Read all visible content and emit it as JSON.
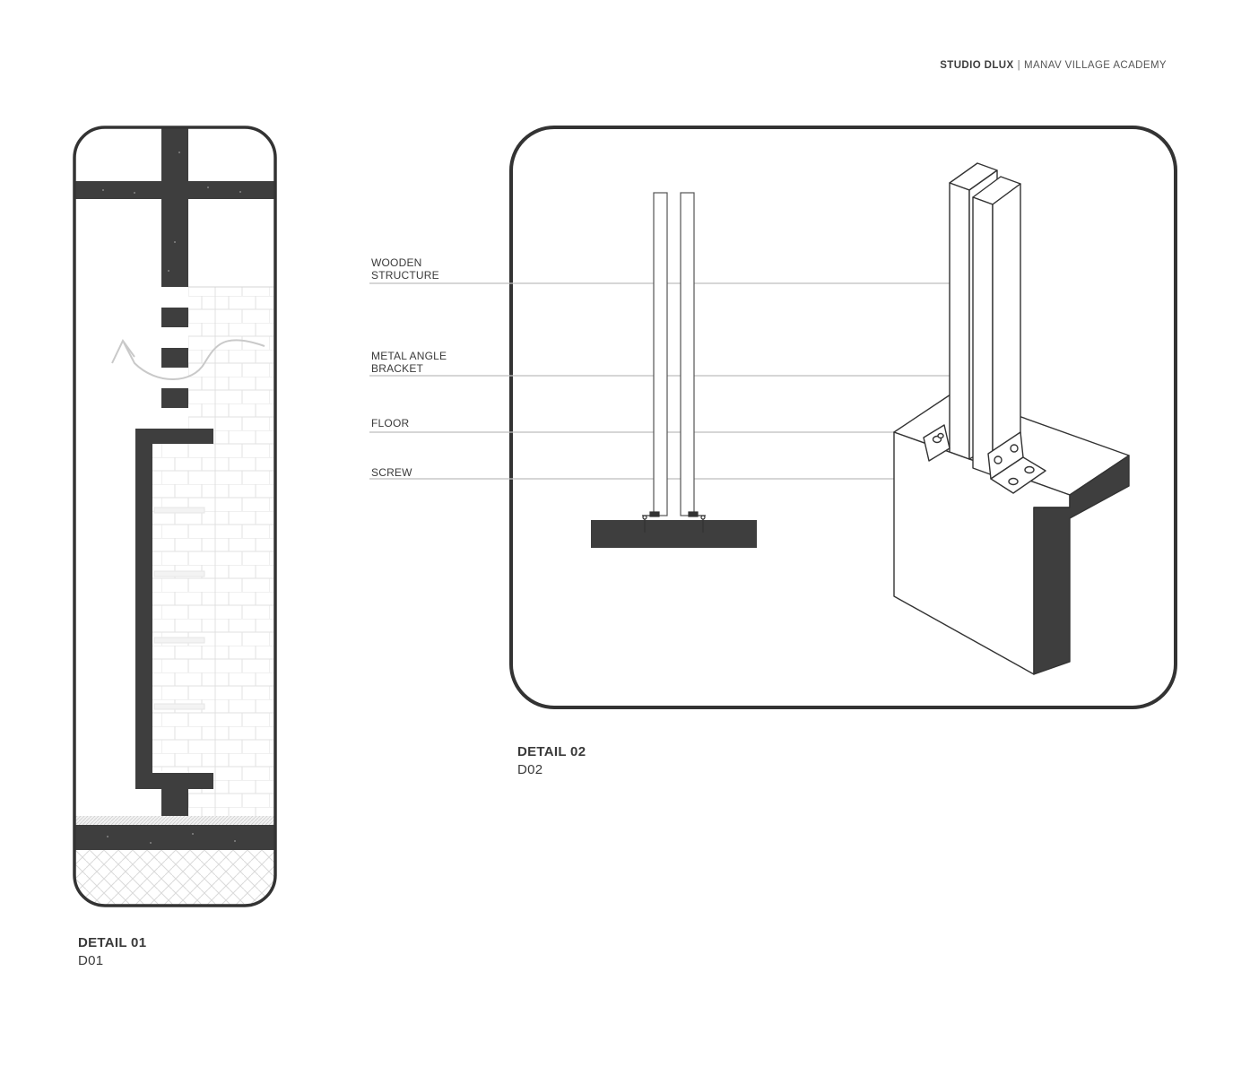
{
  "header": {
    "studio": "STUDIO DLUX",
    "separator": "|",
    "project": "MANAV VILLAGE ACADEMY"
  },
  "detail01": {
    "title": "DETAIL 01",
    "code": "D01"
  },
  "detail02": {
    "title": "DETAIL 02",
    "code": "D02",
    "labels": {
      "wooden_line1": "WOODEN",
      "wooden_line2": "STRUCTURE",
      "bracket_line1": "METAL ANGLE",
      "bracket_line2": "BRACKET",
      "floor": "FLOOR",
      "screw": "SCREW"
    }
  },
  "colors": {
    "dark": "#3e3e3e",
    "frame": "#333333",
    "leader": "#bdbdbd",
    "brick_line": "#dedede"
  }
}
